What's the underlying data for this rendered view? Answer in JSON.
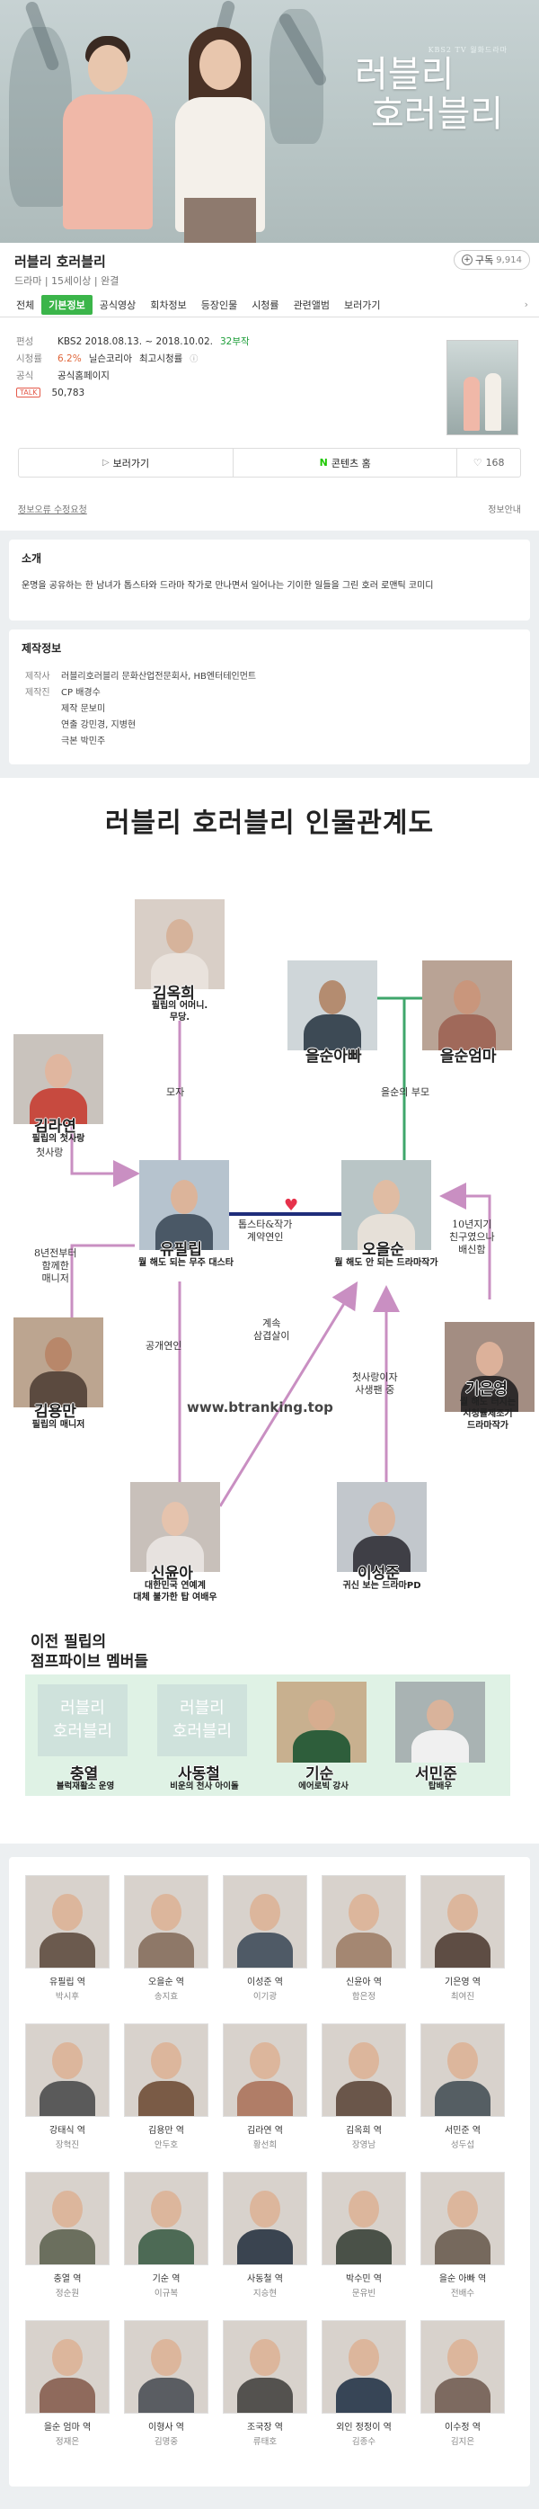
{
  "hero": {
    "logo_small": "KBS2 TV 월화드라마",
    "logo_line1": "러블리",
    "logo_line2": "호러블리"
  },
  "info": {
    "title": "러블리 호러블리",
    "meta": "드라마 | 15세이상 | 완결",
    "subscribe_label": "구독",
    "subscribe_count": "9,914",
    "tabs": [
      "전체",
      "기본정보",
      "공식영상",
      "회차정보",
      "등장인물",
      "시청률",
      "관련앨범",
      "보러가기"
    ],
    "active_tab": "기본정보",
    "details": {
      "broadcast_key": "편성",
      "broadcast_value": "KBS2  2018.08.13. ~ 2018.10.02.",
      "broadcast_status": "32부작",
      "rating_key": "시청률",
      "rating_value": "6.2%",
      "rating_source": "닐슨코리아",
      "rating_note": "최고시청률",
      "official_key": "공식",
      "official_value": "공식홈페이지",
      "talk_badge": "TALK",
      "talk_count": "50,783"
    },
    "actions": {
      "watch": "보러가기",
      "contents": "콘텐츠 홈",
      "like_count": "168"
    },
    "links": {
      "edit": "정보오류 수정요청",
      "guide": "정보안내"
    }
  },
  "summary": {
    "heading": "소개",
    "text": "운명을 공유하는 한 남녀가 톱스타와 드라마 작가로 만나면서 일어나는 기이한 일들을 그린 호러 로맨틱 코미디"
  },
  "production": {
    "heading": "제작정보",
    "rows": [
      {
        "k": "제작사",
        "v": "러블리호러블리 문화산업전문회사, HB엔터테인먼트"
      },
      {
        "k": "제작진",
        "v": "CP  배경수"
      },
      {
        "k": "",
        "v": "제작  문보미"
      },
      {
        "k": "",
        "v": "연출  강민경, 지병현"
      },
      {
        "k": "",
        "v": "극본  박민주"
      }
    ]
  },
  "chart": {
    "title": "러블리 호러블리 인물관계도",
    "watermark": "www.btranking.top",
    "characters": {
      "kim_okhee": {
        "name": "김옥희",
        "desc": "필립의 어머니.\n무당."
      },
      "dad": {
        "name": "을순아빠",
        "desc": ""
      },
      "mom": {
        "name": "을순엄마",
        "desc": ""
      },
      "kim_rayeon": {
        "name": "김라연",
        "desc": "필립의 첫사랑"
      },
      "yu_pilip": {
        "name": "유필립",
        "desc": "뭘 해도 되는 무주 대스타"
      },
      "oh_eulsun": {
        "name": "오을순",
        "desc": "뭘 해도 안 되는 드라마작가"
      },
      "kim_yongman": {
        "name": "김용만",
        "desc": "필립의 매니저"
      },
      "gi_eunyeong": {
        "name": "기은영",
        "desc": "뭘 해도 터지는\n시청률제조기\n드라마작가"
      },
      "shin_yuna": {
        "name": "신윤아",
        "desc": "대한민국 연예계\n대체 불가한 탑 여배우"
      },
      "lee_seongjun": {
        "name": "이성준",
        "desc": "귀신 보는 드라마PD"
      }
    },
    "notes": {
      "mother_son": "모자",
      "parents": "을순의 부모",
      "first_love": "첫사랑",
      "manager": "8년전부터\n함께한\n매니저",
      "star_writer": "톱스타&작가\n계약연인",
      "friend10": "10년지기\n친구였으나\n배신함",
      "public_couple": "공개연인",
      "rivals": "계속\n삼겹살이",
      "first_love2": "첫사랑이자\n사생팬 중"
    },
    "previous": {
      "title_line1": "이전 필립의",
      "title_line2": "점프파이브 멤버들",
      "members": [
        {
          "name": "충열",
          "desc": "블럭재활소 운영",
          "placeholder": true
        },
        {
          "name": "사동철",
          "desc": "비운의 천사 아이돌",
          "placeholder": true
        },
        {
          "name": "기순",
          "desc": "에어로빅 강사",
          "placeholder": false
        },
        {
          "name": "서민준",
          "desc": "탑배우",
          "placeholder": false
        }
      ],
      "placeholder_line1": "러블리",
      "placeholder_line2": "호러블리"
    }
  },
  "cast": [
    {
      "role": "유필립 역",
      "actor": "박시후",
      "c": "#6b5a4e"
    },
    {
      "role": "오을순 역",
      "actor": "송지효",
      "c": "#8e7868"
    },
    {
      "role": "이성준 역",
      "actor": "이기광",
      "c": "#4f5a66"
    },
    {
      "role": "신윤아 역",
      "actor": "함은정",
      "c": "#a48772"
    },
    {
      "role": "기은영 역",
      "actor": "최여진",
      "c": "#5e4d44"
    },
    {
      "role": "강태식 역",
      "actor": "장혁진",
      "c": "#5a5a5a"
    },
    {
      "role": "김용만 역",
      "actor": "안두호",
      "c": "#7a5b46"
    },
    {
      "role": "김라연 역",
      "actor": "황선희",
      "c": "#b07d67"
    },
    {
      "role": "김옥희 역",
      "actor": "장영남",
      "c": "#6a564a"
    },
    {
      "role": "서민준 역",
      "actor": "성두섭",
      "c": "#555e63"
    },
    {
      "role": "충열 역",
      "actor": "정순원",
      "c": "#6b6f5e"
    },
    {
      "role": "기순 역",
      "actor": "이규복",
      "c": "#4d6a55"
    },
    {
      "role": "사동철 역",
      "actor": "지승현",
      "c": "#3a4450"
    },
    {
      "role": "박수민 역",
      "actor": "문유빈",
      "c": "#4a5148"
    },
    {
      "role": "을순 아빠 역",
      "actor": "전배수",
      "c": "#76695d"
    },
    {
      "role": "을순 엄마 역",
      "actor": "정재은",
      "c": "#8f6a5c"
    },
    {
      "role": "이형사 역",
      "actor": "김명중",
      "c": "#5a5d62"
    },
    {
      "role": "조국장 역",
      "actor": "류태호",
      "c": "#54524f"
    },
    {
      "role": "외인 정정이 역",
      "actor": "김종수",
      "c": "#374556"
    },
    {
      "role": "이수정 역",
      "actor": "김지은",
      "c": "#7d6a60"
    }
  ],
  "colors": {
    "green": "#3bb54a",
    "red_heart": "#e6324b",
    "pink_line": "#c98fc2",
    "blue_line": "#1f2d7a",
    "green_line": "#3fa66b"
  }
}
